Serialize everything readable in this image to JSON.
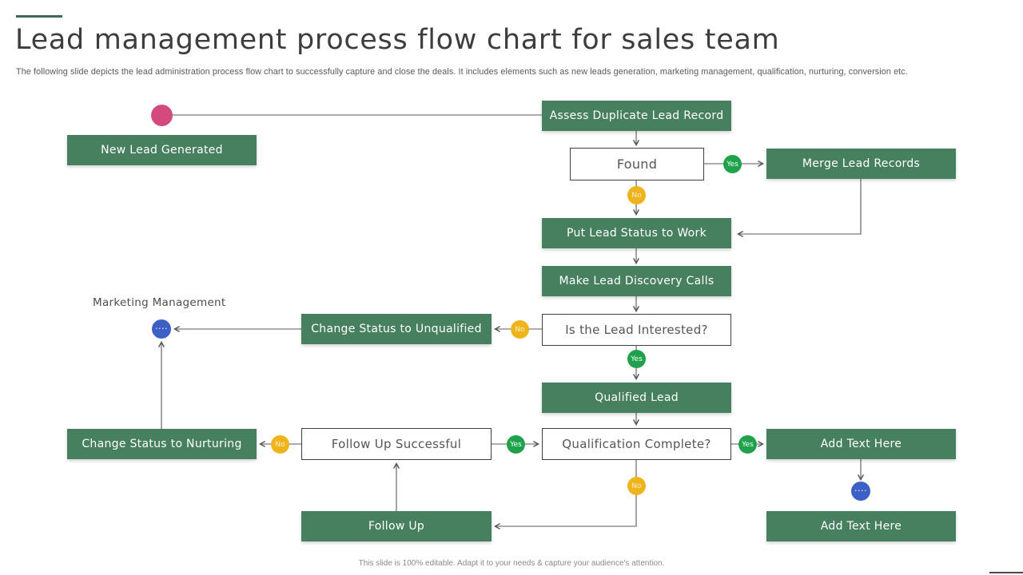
{
  "title": "Lead management process flow chart for sales team",
  "subtitle": "The following slide depicts the lead administration process flow chart to successfully capture and close the deals. It includes elements such as new leads generation, marketing management, qualification, nurturing, conversion etc.",
  "footer": "This slide is 100% editable. Adapt it to your needs & capture your audience's attention.",
  "labels": {
    "yes": "Yes",
    "no": "No",
    "connector_dots": "....",
    "marketing_management": "Marketing Management"
  },
  "nodes": {
    "assess_duplicate_lead_record": "Assess Duplicate Lead Record",
    "new_lead_generated": "New Lead Generated",
    "found": "Found",
    "merge_lead_records": "Merge Lead Records",
    "put_lead_status_to_work": "Put Lead Status to Work",
    "make_lead_discovery_calls": "Make Lead Discovery Calls",
    "is_the_lead_interested": "Is the Lead Interested?",
    "change_status_to_unqualified": "Change Status to Unqualified",
    "qualified_lead": "Qualified Lead",
    "qualification_complete": "Qualification Complete?",
    "follow_up_successful": "Follow Up Successful",
    "change_status_to_nurturing": "Change Status to Nurturing",
    "follow_up": "Follow Up",
    "add_text_here_top": "Add Text Here",
    "add_text_here_bottom": "Add Text Here"
  },
  "colors": {
    "accent_line": "#3F6952",
    "box_green": "#47805E",
    "yes_green": "#1FA24B",
    "no_yellow": "#EFB31B",
    "pink": "#D4497E",
    "blue": "#3D60C6",
    "line_gray": "#595959",
    "text_dark": "#3D3D3D",
    "text_gray": "#595959",
    "footer_gray": "#8A8A8A"
  }
}
